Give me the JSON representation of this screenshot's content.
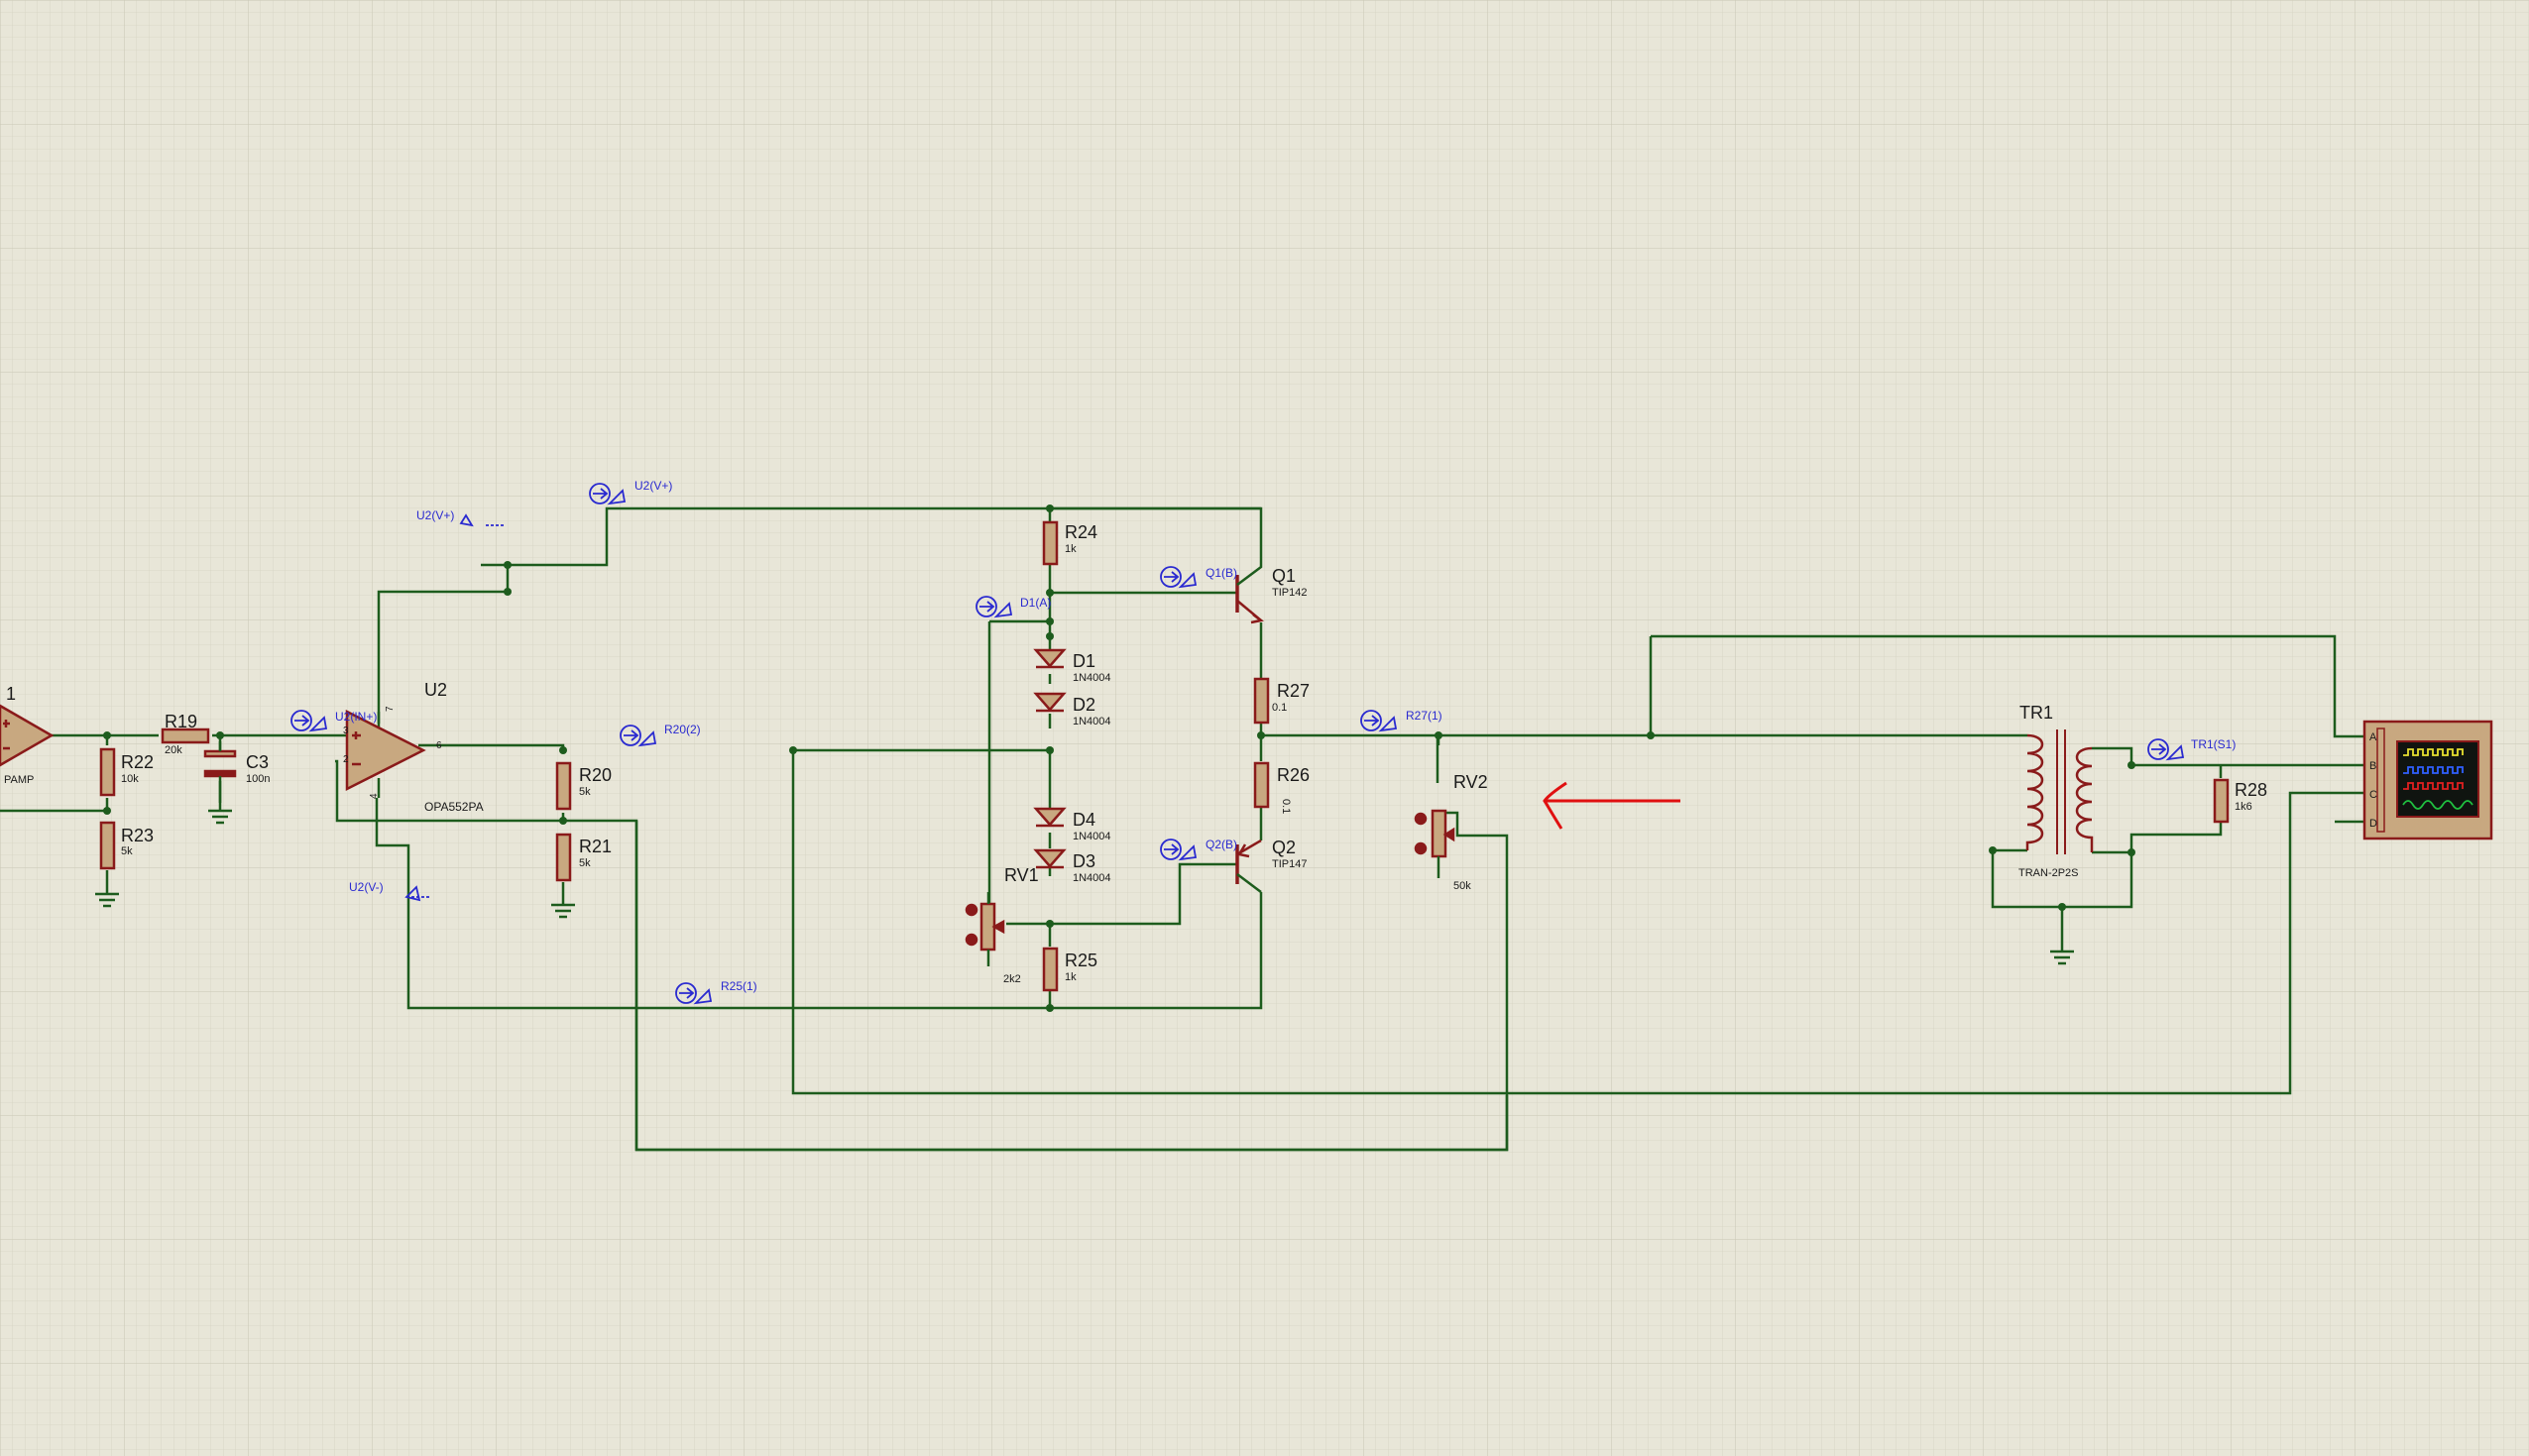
{
  "schematic": {
    "labels": {
      "u1": "1",
      "u1_type": "PAMP",
      "r19": "R19",
      "r19_val": "20k",
      "c3": "C3",
      "c3_val": "100n",
      "r22": "R22",
      "r22_val": "10k",
      "r23": "R23",
      "r23_val": "5k",
      "u2": "U2",
      "u2_type": "OPA552PA",
      "u2_pin3": "3",
      "u2_pin2": "2",
      "u2_pin6": "6",
      "u2_pin7": "7",
      "u2_pin4": "4",
      "r20": "R20",
      "r20_val": "5k",
      "r21": "R21",
      "r21_val": "5k",
      "r24": "R24",
      "r24_val": "1k",
      "d1": "D1",
      "d1_val": "1N4004",
      "d2": "D2",
      "d2_val": "1N4004",
      "d4": "D4",
      "d4_val": "1N4004",
      "d3": "D3",
      "d3_val": "1N4004",
      "rv1": "RV1",
      "rv1_val": "2k2",
      "r25": "R25",
      "r25_val": "1k",
      "q1": "Q1",
      "q1_val": "TIP142",
      "q2": "Q2",
      "q2_val": "TIP147",
      "r27": "R27",
      "r27_val": "0.1",
      "r26": "R26",
      "r26_val": "0.1",
      "rv2": "RV2",
      "rv2_val": "50k",
      "tr1": "TR1",
      "tr1_val": "TRAN-2P2S",
      "r28": "R28",
      "r28_val": "1k6",
      "osc_a": "A",
      "osc_b": "B",
      "osc_c": "C",
      "osc_d": "D"
    },
    "probes": {
      "u2_vplus_top": "U2(V+)",
      "u2_vplus_left": "U2(V+)",
      "u2_inplus": "U2(IN+)",
      "u2_vminus": "U2(V-)",
      "r20_2": "R20(2)",
      "r25_1": "R25(1)",
      "d1_a": "D1(A)",
      "q1_b": "Q1(B)",
      "q2_b": "Q2(B)",
      "r27_1": "R27(1)",
      "tr1_s1": "TR1(S1)"
    },
    "colors": {
      "background": "#e8e6d8",
      "grid": "#d6d4c2",
      "wire": "#1d5c1d",
      "component": "#8a1a1a",
      "probe": "#2a2ad0",
      "arrow": "#e01010"
    }
  }
}
